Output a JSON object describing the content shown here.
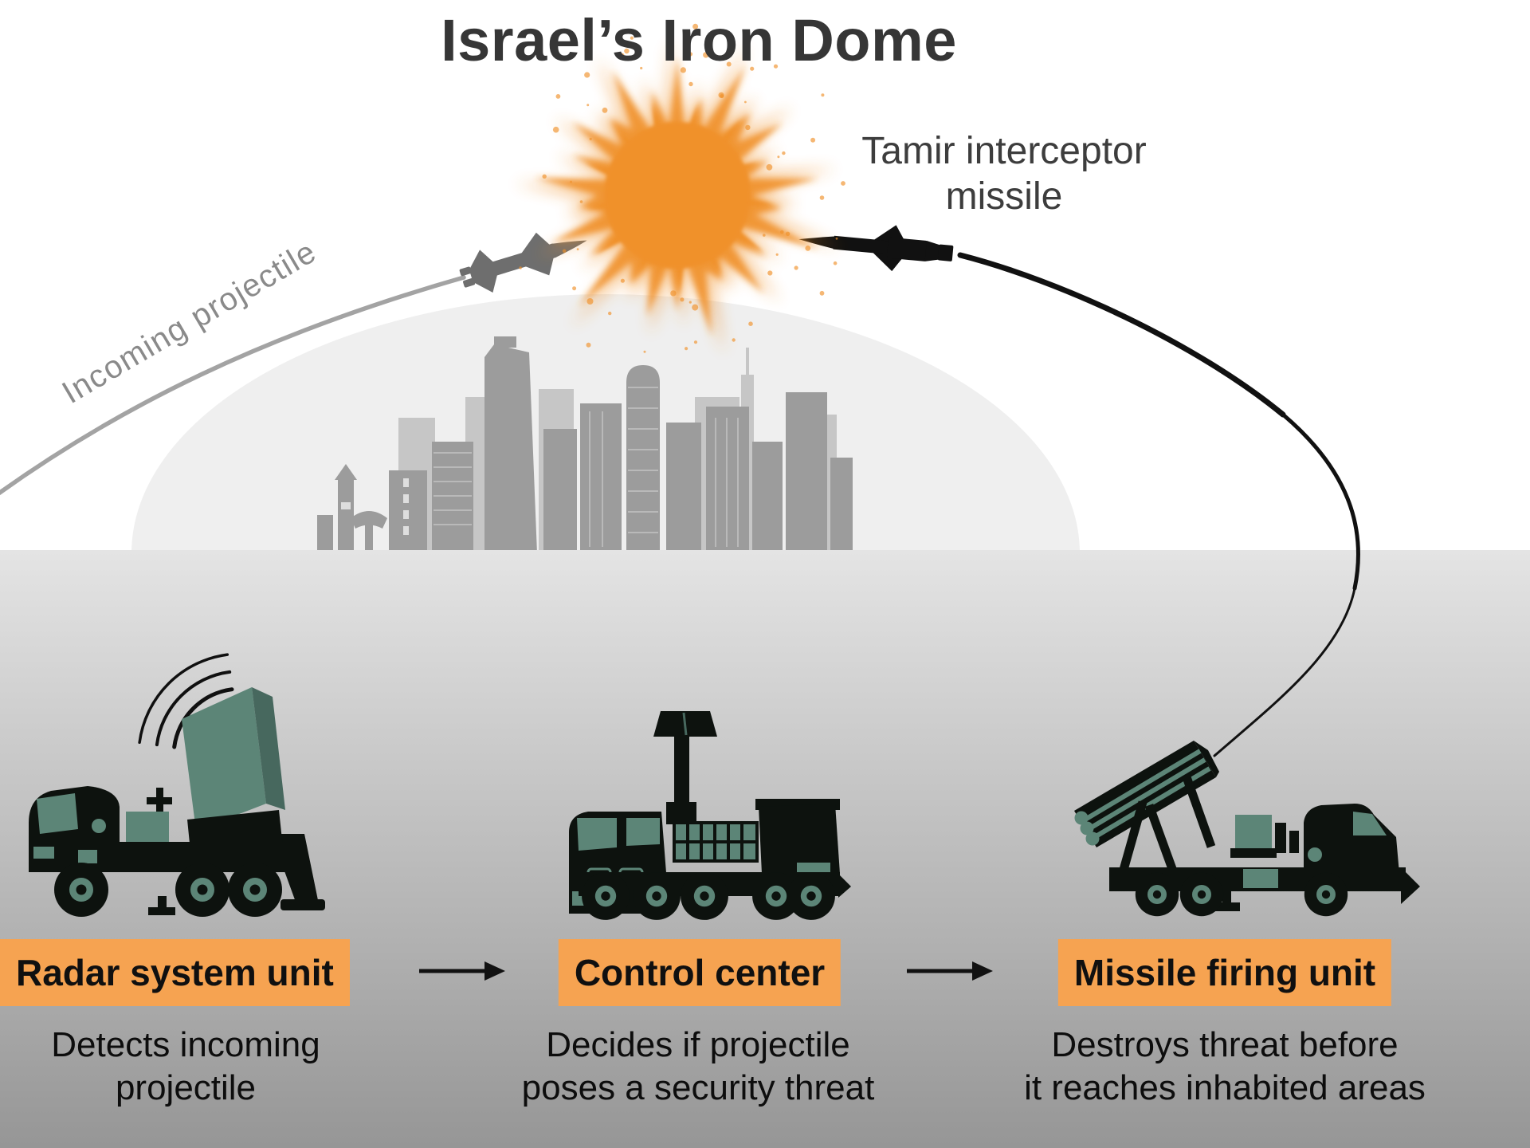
{
  "title": "Israel’s Iron Dome",
  "scene": {
    "interceptor_label": "Tamir interceptor missile",
    "incoming_label": "Incoming projectile"
  },
  "units": [
    {
      "label": "Radar system unit",
      "description_lines": [
        "Detects incoming",
        "projectile"
      ]
    },
    {
      "label": "Control center",
      "description_lines": [
        "Decides if projectile",
        "poses a security threat"
      ]
    },
    {
      "label": "Missile firing unit",
      "description_lines": [
        "Destroys threat before",
        "it reaches inhabited areas"
      ]
    }
  ],
  "colors": {
    "highlight_orange": "#f6a351",
    "explosion_orange": "#f0912a",
    "vehicle_teal": "#5c8577",
    "vehicle_teal_dark": "#47685e",
    "vehicle_black": "#0d120e",
    "trajectory_gray": "#a3a3a3",
    "trajectory_black": "#111111",
    "incoming_missile_gray": "#6e6e6e",
    "skyline_gray": "#9c9c9c",
    "skyline_back_gray": "#c6c6c6",
    "dome_gray": "#efefef",
    "ground_top": "#e4e4e4",
    "ground_bottom": "#969696"
  }
}
